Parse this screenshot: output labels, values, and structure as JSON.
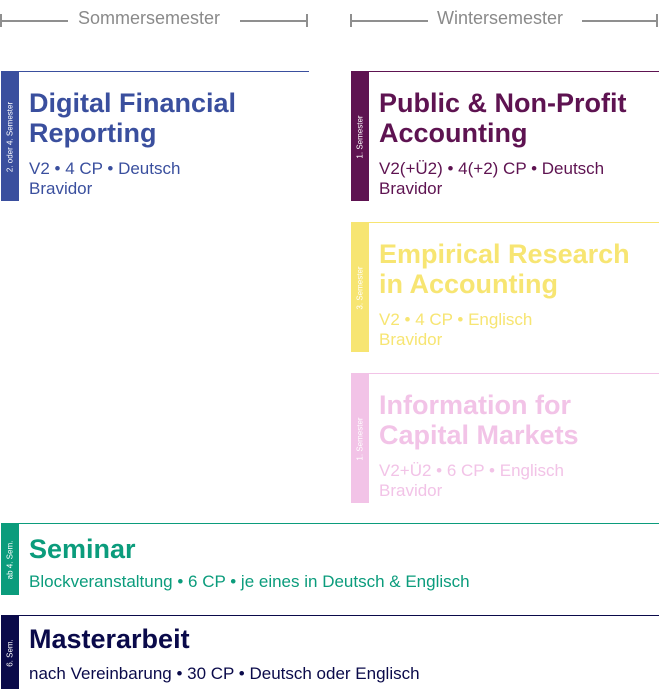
{
  "headers": {
    "summer": "Sommersemester",
    "winter": "Wintersemester"
  },
  "colors": {
    "blue": "#3a4f9e",
    "purple": "#5e1351",
    "yellow": "#f7e572",
    "pink": "#f2c3e7",
    "teal": "#0b9c7c",
    "navy": "#0a0a4a",
    "header_gray": "#8a8a8a"
  },
  "modules": {
    "dfr": {
      "semester": "2. oder 4. Semester",
      "title_line1": "Digital Financial",
      "title_line2": "Reporting",
      "meta": "V2 • 4 CP • Deutsch",
      "lecturer": "Bravidor"
    },
    "pnpa": {
      "semester": "1. Semester",
      "title_line1": "Public & Non-Profit",
      "title_line2": "Accounting",
      "meta": "V2(+Ü2) • 4(+2) CP • Deutsch",
      "lecturer": "Bravidor"
    },
    "era": {
      "semester": "3. Semester",
      "title_line1": "Empirical Research",
      "title_line2": "in Accounting",
      "meta": "V2 • 4 CP • Englisch",
      "lecturer": "Bravidor"
    },
    "icm": {
      "semester": "1. Semester",
      "title_line1": "Information for",
      "title_line2": "Capital Markets",
      "meta": "V2+Ü2 • 6 CP • Englisch",
      "lecturer": "Bravidor"
    },
    "seminar": {
      "semester": "ab 4. Sem.",
      "title": "Seminar",
      "meta": "Blockveranstaltung • 6 CP • je eines in Deutsch & Englisch"
    },
    "master": {
      "semester": "6. Sem.",
      "title": "Masterarbeit",
      "meta": "nach Vereinbarung • 30 CP • Deutsch oder Englisch"
    }
  }
}
